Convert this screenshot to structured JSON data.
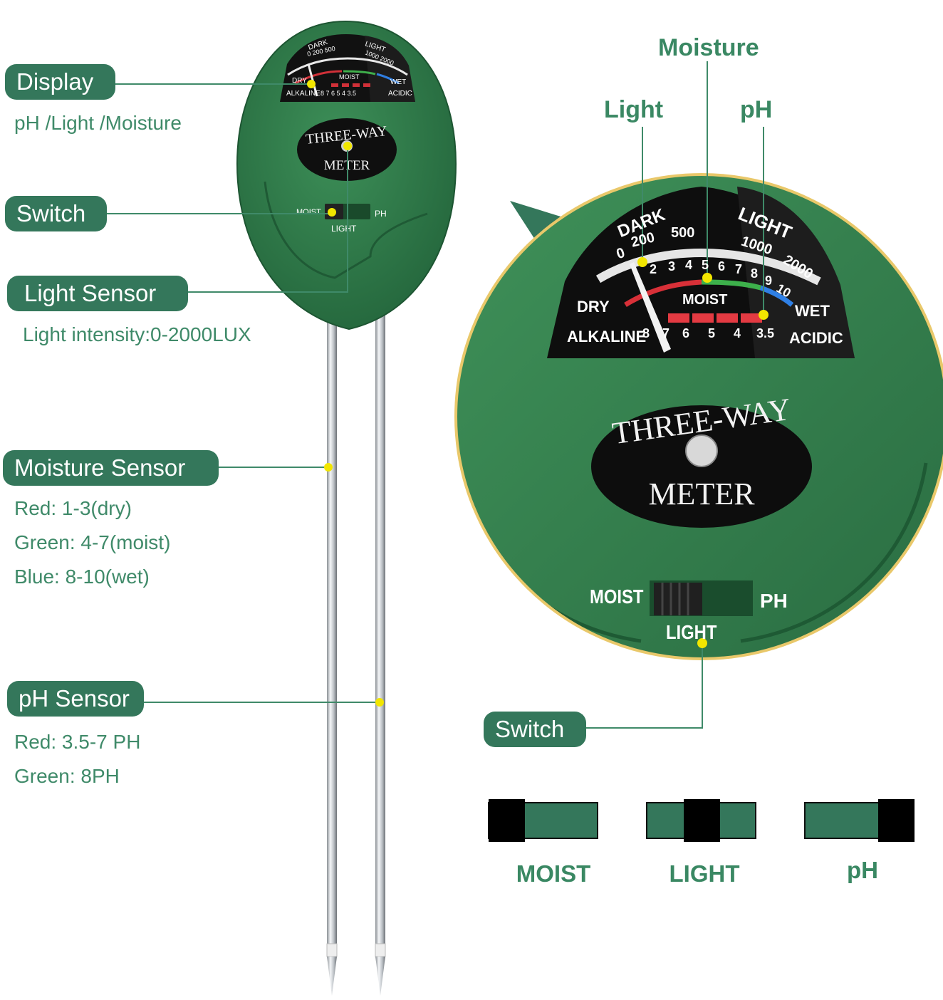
{
  "callouts": {
    "display": {
      "label": "Display",
      "note": "pH /Light /Moisture"
    },
    "switch": {
      "label": "Switch"
    },
    "light_sensor": {
      "label": "Light Sensor",
      "note": "Light intensity:0-2000LUX"
    },
    "moisture_sensor": {
      "label": "Moisture Sensor",
      "notes": [
        "Red: 1-3(dry)",
        "Green: 4-7(moist)",
        "Blue: 8-10(wet)"
      ]
    },
    "ph_sensor": {
      "label": "pH Sensor",
      "notes": [
        "Red: 3.5-7 PH",
        "Green: 8PH"
      ]
    }
  },
  "zoom_headings": {
    "moisture": "Moisture",
    "light": "Light",
    "ph": "pH"
  },
  "zoom_switch_label": "Switch",
  "dial": {
    "dark": "DARK",
    "light": "LIGHT",
    "lux_scale": [
      "0",
      "200",
      "500",
      "1000",
      "2000"
    ],
    "moist_scale": [
      "2",
      "3",
      "4",
      "5",
      "6",
      "7",
      "8",
      "9",
      "10"
    ],
    "ph_scale": [
      "8",
      "7",
      "6",
      "5",
      "4",
      "3.5"
    ],
    "dry": "DRY",
    "moist": "MOIST",
    "wet": "WET",
    "alkaline": "ALKALINE",
    "acidic": "ACIDIC"
  },
  "meter_brand": {
    "line1": "THREE-WAY",
    "line2": "METER"
  },
  "switch_panel": {
    "moist": "MOIST",
    "ph": "PH",
    "light": "LIGHT"
  },
  "switch_modes": [
    {
      "label": "MOIST",
      "position": "left"
    },
    {
      "label": "LIGHT",
      "position": "center"
    },
    {
      "label": "pH",
      "position": "right"
    }
  ],
  "colors": {
    "green": "#34775b",
    "body": "#2e7a4a",
    "accent": "#f2e600",
    "line": "#3f8a69"
  }
}
